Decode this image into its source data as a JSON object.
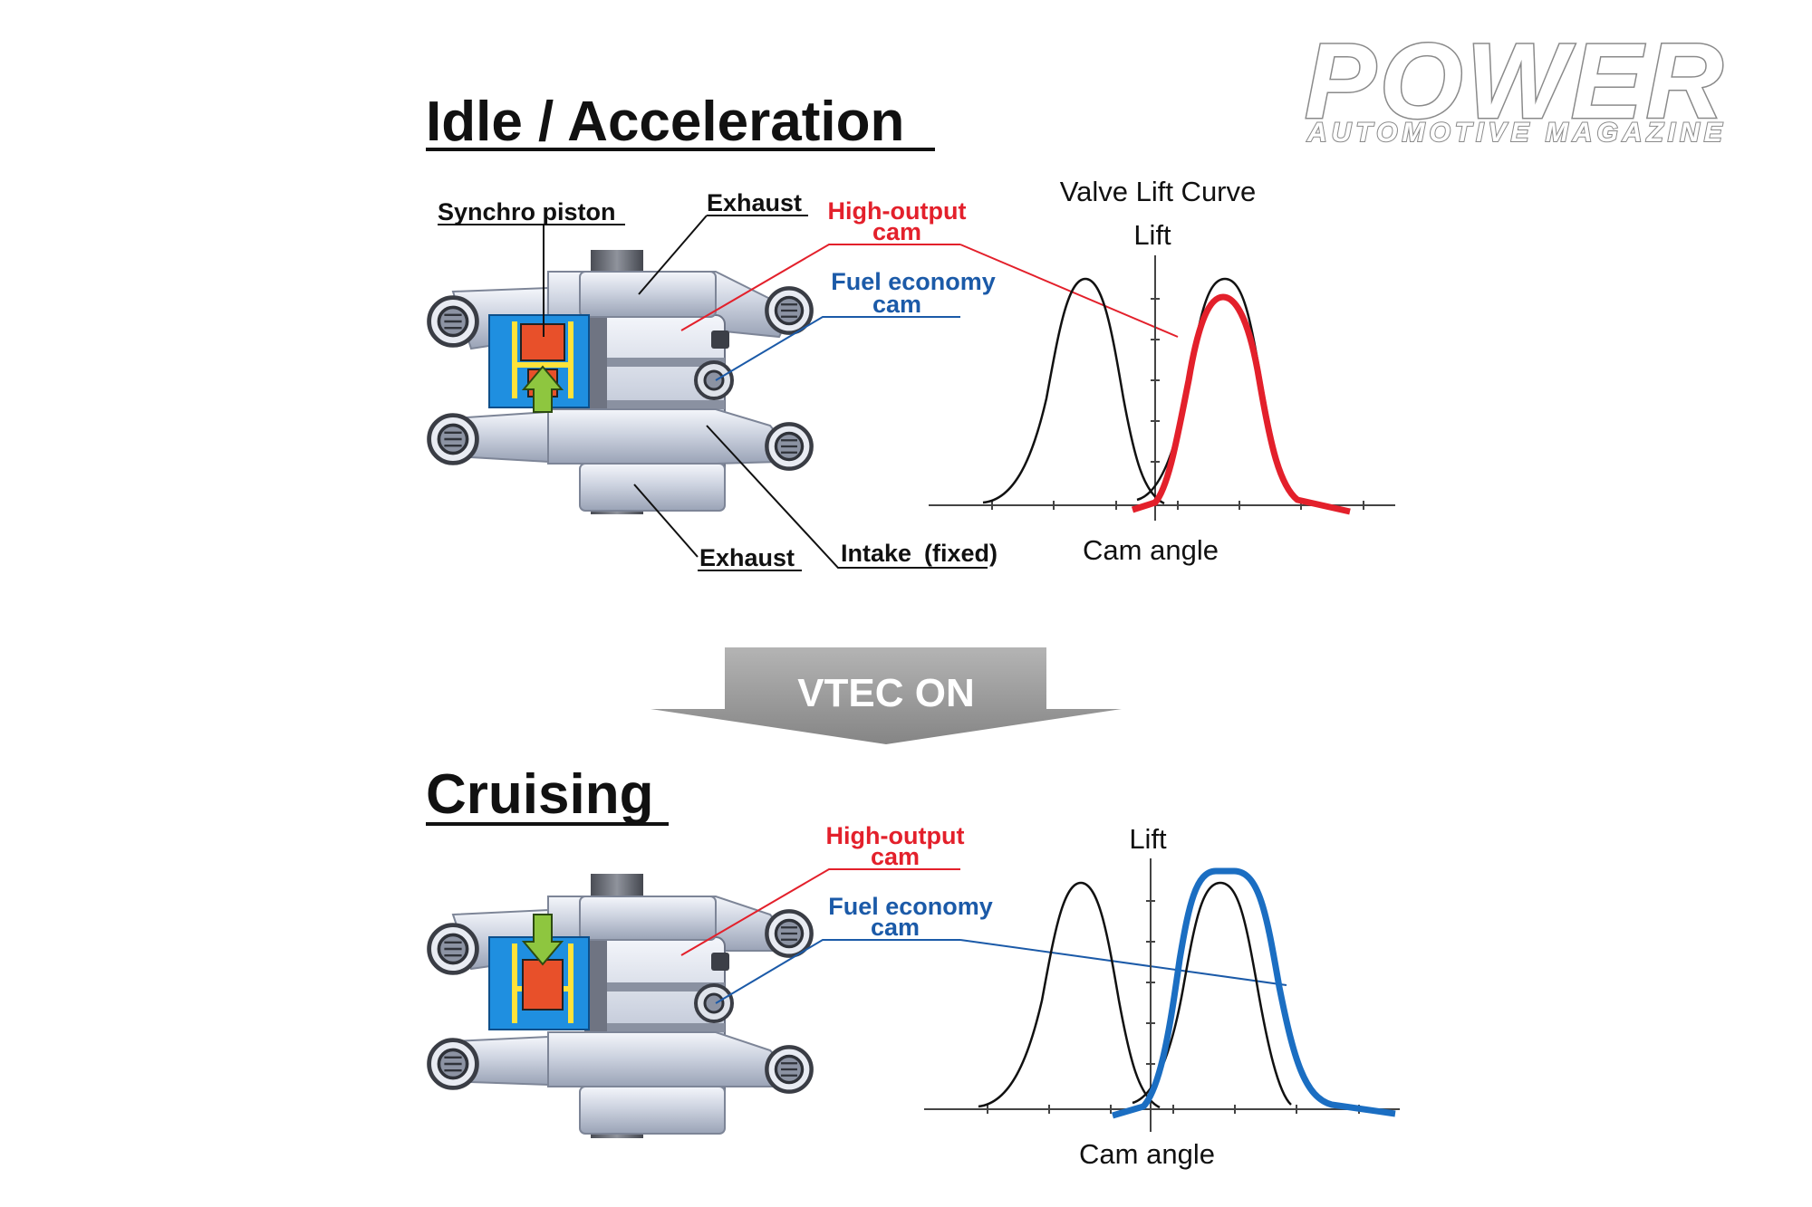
{
  "logo": {
    "title": "POWER",
    "subtitle": "AUTOMOTIVE MAGAZINE"
  },
  "sections": [
    {
      "heading": "Idle / Acceleration",
      "labels": {
        "synchro_piston": "Synchro piston",
        "exhaust_top": "Exhaust",
        "high_output_line1": "High-output",
        "high_output_line2": "cam",
        "fuel_economy_line1": "Fuel economy",
        "fuel_economy_line2": "cam",
        "exhaust_bottom": "Exhaust",
        "intake": "Intake",
        "intake_note": "(fixed)"
      },
      "graph": {
        "title": "Valve Lift Curve",
        "y_label": "Lift",
        "x_label": "Cam angle",
        "highlight_color": "#e3202b",
        "highlight": "High-output cam"
      }
    },
    {
      "heading": "Cruising",
      "labels": {
        "high_output_line1": "High-output",
        "high_output_line2": "cam",
        "fuel_economy_line1": "Fuel economy",
        "fuel_economy_line2": "cam"
      },
      "graph": {
        "y_label": "Lift",
        "x_label": "Cam angle",
        "highlight_color": "#1b6ec2",
        "highlight": "Fuel economy cam"
      }
    }
  ],
  "banner": {
    "text": "VTEC ON"
  },
  "colors": {
    "red": "#e3202b",
    "blue": "#1b5aa8",
    "blue_curve": "#1b6ec2",
    "green_arrow": "#8ec63f",
    "banner_gray": "#9a9a9a",
    "oil_blue": "#1f8fe0",
    "piston_red": "#e8502a",
    "piston_yellow": "#ffe23a"
  }
}
